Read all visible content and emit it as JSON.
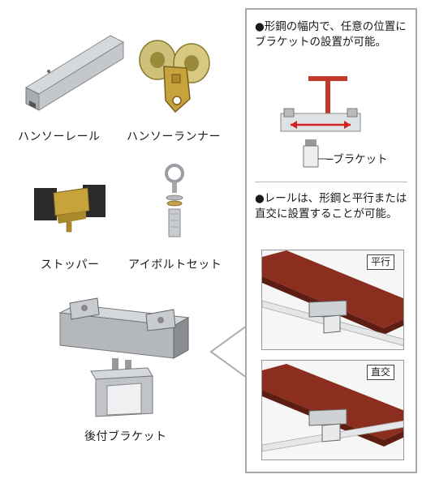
{
  "products": {
    "rail": "ハンソーレール",
    "runner": "ハンソーランナー",
    "stopper": "ストッパー",
    "eyebolt": "アイボルトセット",
    "bracket": "後付ブラケット"
  },
  "panel": {
    "note1": "●形鋼の幅内で、任意の位置にブラケットの設置が可能。",
    "bracket_label": "ブラケット",
    "note2": "●レールは、形鋼と平行または直交に設置することが可能。",
    "parallel_tag": "平行",
    "cross_tag": "直交"
  },
  "colors": {
    "steel": "#b8bcc0",
    "gold": "#c8a23a",
    "beam_red": "#8b2e1f",
    "arrow_red": "#d42020",
    "stopper_black": "#2a2a2a"
  }
}
